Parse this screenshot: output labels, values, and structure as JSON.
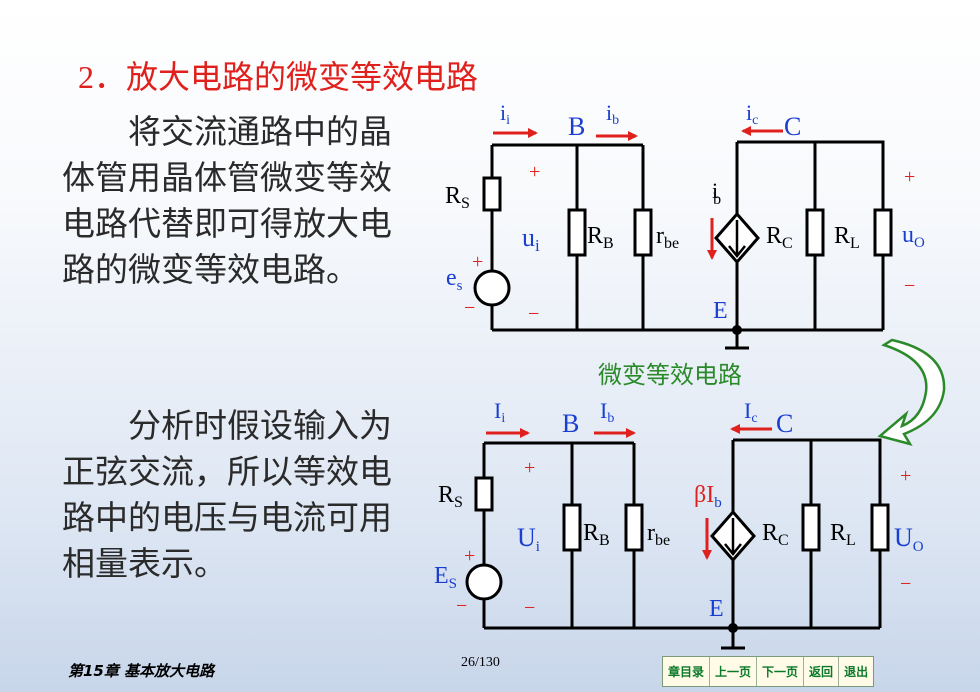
{
  "title": "2．放大电路的微变等效电路",
  "para_top": "将交流通路中的晶体管用晶体管微变等效电路代替即可得放大电路的微变等效电路。",
  "para_bottom": "分析时假设输入为正弦交流，所以等效电路中的电压与电流可用相量表示。",
  "arrow_label": "微变等效电路",
  "chapter": "第15章 基本放大电路",
  "page": "26/130",
  "nav": [
    "章目录",
    "上一页",
    "下一页",
    "返回",
    "退出"
  ],
  "colors": {
    "title": "#e0201c",
    "blue": "#1a3fd0",
    "red": "#e0201c",
    "green": "#2a8a2a",
    "text": "#2a2a2a"
  },
  "top_circuit": {
    "ii": "i",
    "ii_sub": "i",
    "ib": "i",
    "ib_sub": "b",
    "ic": "i",
    "ic_sub": "c",
    "B": "B",
    "C": "C",
    "E": "E",
    "Rs": "R",
    "Rs_sub": "S",
    "es": "e",
    "es_sub": "s",
    "ui": "u",
    "ui_sub": "i",
    "RB": "R",
    "RB_sub": "B",
    "rbe": "r",
    "rbe_sub": "be",
    "ib_src": "i",
    "ib_src_sub": "b",
    "RC": "R",
    "RC_sub": "C",
    "RL": "R",
    "RL_sub": "L",
    "uo": "u",
    "uo_sub": "O",
    "plus": "+",
    "minus": "−",
    "plus_right": "+"
  },
  "bottom_circuit": {
    "Ii": "I",
    "Ii_sub": "i",
    "Ib": "I",
    "Ib_sub": "b",
    "Ic": "I",
    "Ic_sub": "c",
    "B": "B",
    "C": "C",
    "E": "E",
    "Rs": "R",
    "Rs_sub": "S",
    "Es": "E",
    "Es_sub": "S",
    "Ui": "U",
    "Ui_sub": "i",
    "RB": "R",
    "RB_sub": "B",
    "rbe": "r",
    "rbe_sub": "be",
    "beta": "βI",
    "beta_sub": "b",
    "RC": "R",
    "RC_sub": "C",
    "RL": "R",
    "RL_sub": "L",
    "Uo": "U",
    "Uo_sub": "O",
    "plus": "+",
    "minus": "−"
  }
}
